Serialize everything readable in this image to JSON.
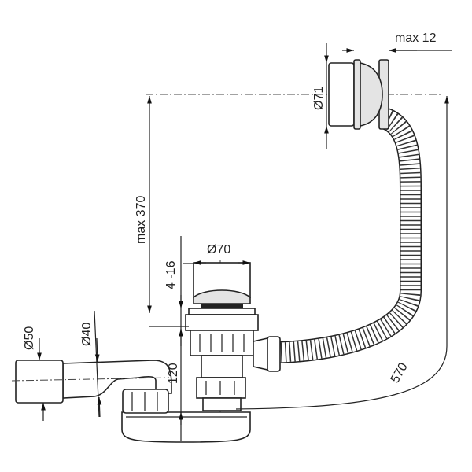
{
  "dimensions": {
    "overflow_offset": "max 12",
    "overflow_diameter": "Ø71",
    "height_max": "max 370",
    "plug_travel": "4 -16",
    "plug_diameter": "Ø70",
    "outlet_outer": "Ø50",
    "outlet_inner": "Ø40",
    "trap_height": "120",
    "hose_length": "570"
  }
}
